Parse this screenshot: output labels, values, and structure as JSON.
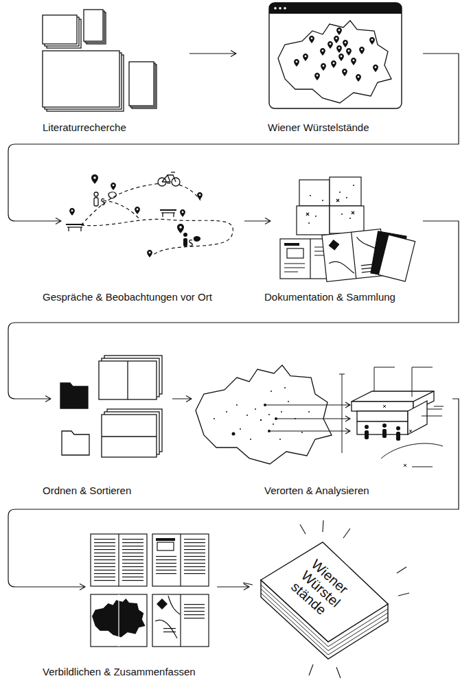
{
  "diagram": {
    "nodes": [
      {
        "text": [
          "Literaturrecherche"
        ]
      },
      {
        "text": [
          "Wiener Würstelstände"
        ]
      },
      {
        "text": [
          "Gespräche & Beobachtungen vor Ort"
        ]
      },
      {
        "text": [
          "Dokumentation & Sammlung"
        ]
      },
      {
        "text": [
          "Ordnen & Sortieren"
        ]
      },
      {
        "text": [
          "Verorten & Analysieren"
        ]
      },
      {
        "text": [
          "Verbildlichen & Zusammenfassen"
        ]
      },
      {
        "text": [
          "Wiener Würstel stände"
        ]
      }
    ],
    "edges": [
      {
        "from": 0,
        "to": 1,
        "arrow": "to"
      },
      {
        "from": 1,
        "to": 2,
        "arrow": "to"
      },
      {
        "from": 2,
        "to": 3,
        "arrow": "to"
      },
      {
        "from": 3,
        "to": 4,
        "arrow": "to"
      },
      {
        "from": 4,
        "to": 5,
        "arrow": "to"
      },
      {
        "from": 5,
        "to": 6,
        "arrow": "to"
      },
      {
        "from": 6,
        "to": 7,
        "arrow": "to"
      }
    ]
  }
}
